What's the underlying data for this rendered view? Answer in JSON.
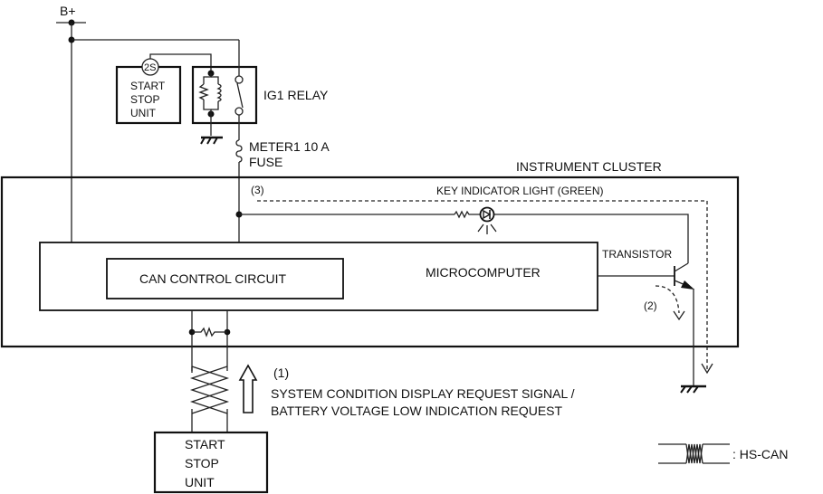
{
  "diagram": {
    "labels": {
      "b_plus": "B+",
      "start_stop_unit_top": [
        "START",
        "STOP",
        "UNIT"
      ],
      "connector_2s": "2S",
      "ig1_relay": "IG1 RELAY",
      "fuse_line1": "METER1 10 A",
      "fuse_line2": "FUSE",
      "instrument_cluster": "INSTRUMENT CLUSTER",
      "marker_3": "(3)",
      "key_indicator": "KEY INDICATOR LIGHT (GREEN)",
      "transistor": "TRANSISTOR",
      "marker_2": "(2)",
      "microcomputer": "MICROCOMPUTER",
      "can_control_circuit": "CAN CONTROL CIRCUIT",
      "marker_1": "(1)",
      "signal_line1": "SYSTEM CONDITION DISPLAY REQUEST SIGNAL /",
      "signal_line2": "BATTERY VOLTAGE LOW INDICATION REQUEST",
      "start_stop_unit_bottom": [
        "START",
        "STOP",
        "UNIT"
      ],
      "legend_hs_can": ": HS-CAN"
    }
  }
}
